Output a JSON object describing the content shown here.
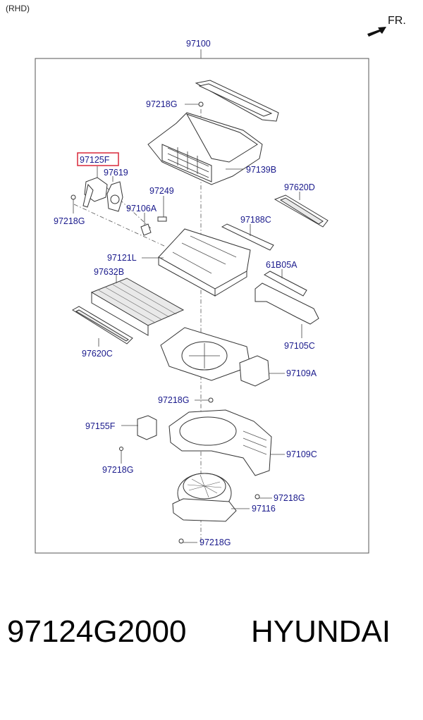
{
  "header": {
    "variant": "(RHD)",
    "direction": "FR."
  },
  "assembly_label": "97100",
  "labels": {
    "p97218G_top": "97218G",
    "p97125F": "97125F",
    "p97619": "97619",
    "p97218G_left": "97218G",
    "p97249": "97249",
    "p97106A": "97106A",
    "p97139B": "97139B",
    "p97620D": "97620D",
    "p97188C": "97188C",
    "p97121L": "97121L",
    "p61B05A": "61B05A",
    "p97632B": "97632B",
    "p97620C": "97620C",
    "p97105C": "97105C",
    "p97109A": "97109A",
    "p97218G_mid": "97218G",
    "p97155F": "97155F",
    "p97218G_low": "97218G",
    "p97109C": "97109C",
    "p97218G_right": "97218G",
    "p97116": "97116",
    "p97218G_bottom": "97218G"
  },
  "highlight_color": "#d9283a",
  "label_color": "#1a1a8c",
  "caption": {
    "part_number": "97124G2000",
    "brand": "HYUNDAI"
  }
}
